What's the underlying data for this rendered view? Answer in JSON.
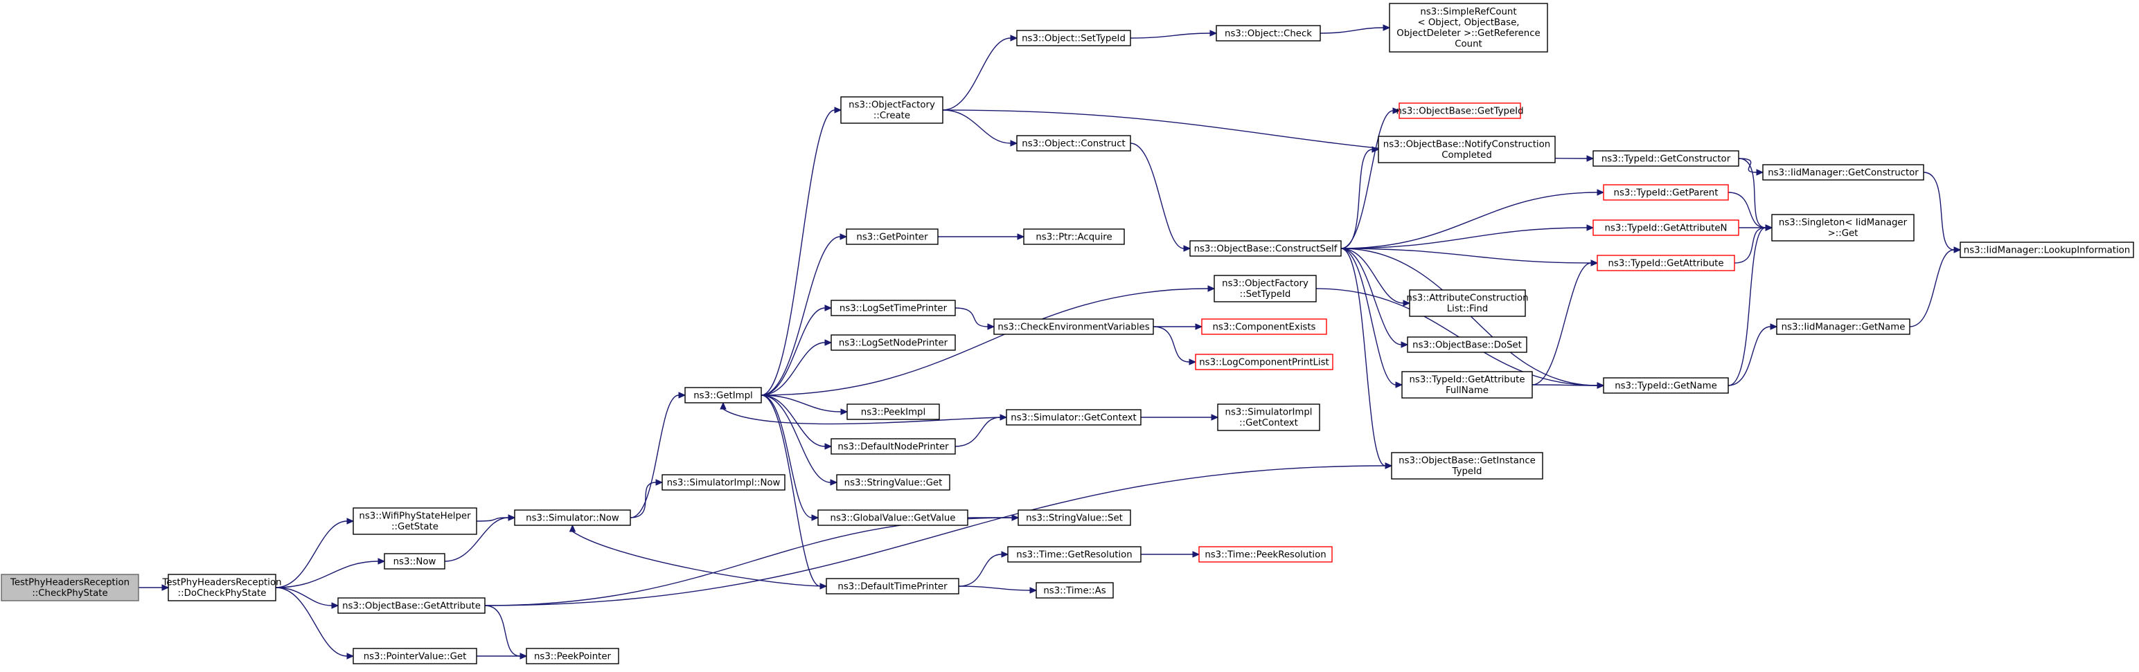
{
  "colors": {
    "edge": "#191970",
    "root_fill": "#bfbfbf",
    "border_default": "#000000",
    "border_truncated": "#ff0000",
    "fill_default": "#ffffff"
  },
  "nodes": [
    {
      "id": "root",
      "lines": [
        "TestPhyHeadersReception",
        "::CheckPhyState"
      ],
      "style": "root"
    },
    {
      "id": "docheck",
      "lines": [
        "TestPhyHeadersReception",
        "::DoCheckPhyState"
      ]
    },
    {
      "id": "wifigetstate",
      "lines": [
        "ns3::WifiPhyStateHelper",
        "::GetState"
      ]
    },
    {
      "id": "now",
      "lines": [
        "ns3::Now"
      ]
    },
    {
      "id": "obgetattr",
      "lines": [
        "ns3::ObjectBase::GetAttribute"
      ]
    },
    {
      "id": "pvget",
      "lines": [
        "ns3::PointerValue::Get"
      ]
    },
    {
      "id": "simnow",
      "lines": [
        "ns3::Simulator::Now"
      ]
    },
    {
      "id": "peekptr",
      "lines": [
        "ns3::PeekPointer"
      ]
    },
    {
      "id": "getimpl",
      "lines": [
        "ns3::GetImpl"
      ]
    },
    {
      "id": "simimplnow",
      "lines": [
        "ns3::SimulatorImpl::Now"
      ]
    },
    {
      "id": "ofcreate",
      "lines": [
        "ns3::ObjectFactory",
        "::Create"
      ]
    },
    {
      "id": "getpointer",
      "lines": [
        "ns3::GetPointer"
      ]
    },
    {
      "id": "logsettime",
      "lines": [
        "ns3::LogSetTimePrinter"
      ]
    },
    {
      "id": "logsetnode",
      "lines": [
        "ns3::LogSetNodePrinter"
      ]
    },
    {
      "id": "peekimpl",
      "lines": [
        "ns3::PeekImpl"
      ]
    },
    {
      "id": "defnode",
      "lines": [
        "ns3::DefaultNodePrinter"
      ]
    },
    {
      "id": "strvalget",
      "lines": [
        "ns3::StringValue::Get"
      ]
    },
    {
      "id": "gvgetvalue",
      "lines": [
        "ns3::GlobalValue::GetValue"
      ]
    },
    {
      "id": "deftime",
      "lines": [
        "ns3::DefaultTimePrinter"
      ]
    },
    {
      "id": "objsettypeid",
      "lines": [
        "ns3::Object::SetTypeId"
      ]
    },
    {
      "id": "objconstruct",
      "lines": [
        "ns3::Object::Construct"
      ]
    },
    {
      "id": "ptracquire",
      "lines": [
        "ns3::Ptr::Acquire"
      ]
    },
    {
      "id": "checkenv",
      "lines": [
        "ns3::CheckEnvironmentVariables"
      ]
    },
    {
      "id": "simgetctx",
      "lines": [
        "ns3::Simulator::GetContext"
      ]
    },
    {
      "id": "strvalset",
      "lines": [
        "ns3::StringValue::Set"
      ]
    },
    {
      "id": "timegetres",
      "lines": [
        "ns3::Time::GetResolution"
      ]
    },
    {
      "id": "timeas",
      "lines": [
        "ns3::Time::As"
      ]
    },
    {
      "id": "objcheck",
      "lines": [
        "ns3::Object::Check"
      ]
    },
    {
      "id": "simplerefcount",
      "lines": [
        "ns3::SimpleRefCount",
        "< Object, ObjectBase,",
        "ObjectDeleter >::GetReference",
        "Count"
      ]
    },
    {
      "id": "obconstructself",
      "lines": [
        "ns3::ObjectBase::ConstructSelf"
      ]
    },
    {
      "id": "ofsettypeid",
      "lines": [
        "ns3::ObjectFactory",
        "::SetTypeId"
      ]
    },
    {
      "id": "compexists",
      "lines": [
        "ns3::ComponentExists"
      ],
      "style": "truncated"
    },
    {
      "id": "logcompprint",
      "lines": [
        "ns3::LogComponentPrintList"
      ],
      "style": "truncated"
    },
    {
      "id": "simimplgetctx",
      "lines": [
        "ns3::SimulatorImpl",
        "::GetContext"
      ]
    },
    {
      "id": "timepeekres",
      "lines": [
        "ns3::Time::PeekResolution"
      ],
      "style": "truncated"
    },
    {
      "id": "obgettypeid",
      "lines": [
        "ns3::ObjectBase::GetTypeId"
      ],
      "style": "truncated"
    },
    {
      "id": "obnotify",
      "lines": [
        "ns3::ObjectBase::NotifyConstruction",
        "Completed"
      ]
    },
    {
      "id": "attrconstruct",
      "lines": [
        "ns3::AttributeConstruction",
        "List::Find"
      ]
    },
    {
      "id": "obdoset",
      "lines": [
        "ns3::ObjectBase::DoSet"
      ]
    },
    {
      "id": "tidgetattrfull",
      "lines": [
        "ns3::TypeId::GetAttribute",
        "FullName"
      ]
    },
    {
      "id": "obgetinstance",
      "lines": [
        "ns3::ObjectBase::GetInstance",
        "TypeId"
      ]
    },
    {
      "id": "tidgetconstructor",
      "lines": [
        "ns3::TypeId::GetConstructor"
      ]
    },
    {
      "id": "tidgetparent",
      "lines": [
        "ns3::TypeId::GetParent"
      ],
      "style": "truncated"
    },
    {
      "id": "tidgetattrn",
      "lines": [
        "ns3::TypeId::GetAttributeN"
      ],
      "style": "truncated"
    },
    {
      "id": "tidgetattr",
      "lines": [
        "ns3::TypeId::GetAttribute"
      ],
      "style": "truncated"
    },
    {
      "id": "tidgetname",
      "lines": [
        "ns3::TypeId::GetName"
      ]
    },
    {
      "id": "iidgetconstructor",
      "lines": [
        "ns3::IidManager::GetConstructor"
      ]
    },
    {
      "id": "singletonget",
      "lines": [
        "ns3::Singleton< IidManager",
        ">::Get"
      ]
    },
    {
      "id": "iidgetname",
      "lines": [
        "ns3::IidManager::GetName"
      ]
    },
    {
      "id": "iidlookup",
      "lines": [
        "ns3::IidManager::LookupInformation"
      ]
    }
  ],
  "edges": [
    [
      "root",
      "docheck"
    ],
    [
      "docheck",
      "wifigetstate"
    ],
    [
      "docheck",
      "now"
    ],
    [
      "docheck",
      "obgetattr"
    ],
    [
      "docheck",
      "pvget"
    ],
    [
      "wifigetstate",
      "simnow"
    ],
    [
      "now",
      "simnow"
    ],
    [
      "obgetattr",
      "strvalset"
    ],
    [
      "obgetattr",
      "peekptr"
    ],
    [
      "obgetattr",
      "obgetinstance"
    ],
    [
      "pvget",
      "peekptr"
    ],
    [
      "simnow",
      "getimpl"
    ],
    [
      "simnow",
      "simimplnow"
    ],
    [
      "getimpl",
      "ofcreate"
    ],
    [
      "getimpl",
      "getpointer"
    ],
    [
      "getimpl",
      "ofsettypeid"
    ],
    [
      "getimpl",
      "logsettime"
    ],
    [
      "getimpl",
      "logsetnode"
    ],
    [
      "getimpl",
      "peekimpl"
    ],
    [
      "getimpl",
      "defnode"
    ],
    [
      "getimpl",
      "strvalget"
    ],
    [
      "getimpl",
      "gvgetvalue"
    ],
    [
      "getimpl",
      "deftime"
    ],
    [
      "ofcreate",
      "objsettypeid"
    ],
    [
      "ofcreate",
      "objconstruct"
    ],
    [
      "ofcreate",
      "tidgetconstructor"
    ],
    [
      "getpointer",
      "ptracquire"
    ],
    [
      "logsettime",
      "checkenv"
    ],
    [
      "defnode",
      "simgetctx"
    ],
    [
      "simgetctx",
      "getimpl"
    ],
    [
      "simgetctx",
      "simimplgetctx"
    ],
    [
      "gvgetvalue",
      "strvalset"
    ],
    [
      "deftime",
      "simnow"
    ],
    [
      "deftime",
      "timegetres"
    ],
    [
      "deftime",
      "timeas"
    ],
    [
      "objsettypeid",
      "objcheck"
    ],
    [
      "objcheck",
      "simplerefcount"
    ],
    [
      "objconstruct",
      "obconstructself"
    ],
    [
      "checkenv",
      "compexists"
    ],
    [
      "checkenv",
      "logcompprint"
    ],
    [
      "timegetres",
      "timepeekres"
    ],
    [
      "ofsettypeid",
      "tidgetname"
    ],
    [
      "obconstructself",
      "obgettypeid"
    ],
    [
      "obconstructself",
      "obnotify"
    ],
    [
      "obconstructself",
      "tidgetparent"
    ],
    [
      "obconstructself",
      "tidgetattrn"
    ],
    [
      "obconstructself",
      "tidgetattr"
    ],
    [
      "obconstructself",
      "attrconstruct"
    ],
    [
      "obconstructself",
      "obdoset"
    ],
    [
      "obconstructself",
      "tidgetattrfull"
    ],
    [
      "obconstructself",
      "tidgetname"
    ],
    [
      "obconstructself",
      "obgetinstance"
    ],
    [
      "tidgetattrfull",
      "tidgetattr"
    ],
    [
      "tidgetattrfull",
      "tidgetname"
    ],
    [
      "tidgetconstructor",
      "iidgetconstructor"
    ],
    [
      "tidgetconstructor",
      "singletonget"
    ],
    [
      "tidgetparent",
      "singletonget"
    ],
    [
      "tidgetattrn",
      "singletonget"
    ],
    [
      "tidgetattr",
      "singletonget"
    ],
    [
      "tidgetname",
      "singletonget"
    ],
    [
      "tidgetname",
      "iidgetname"
    ],
    [
      "iidgetconstructor",
      "iidlookup"
    ],
    [
      "iidgetname",
      "iidlookup"
    ]
  ]
}
